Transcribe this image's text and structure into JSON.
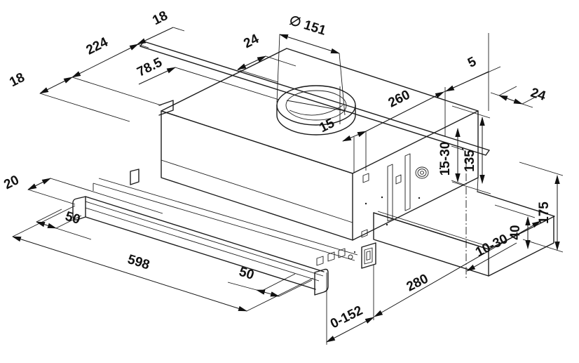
{
  "dimensions": {
    "d18_top": "18",
    "d224": "224",
    "d18_left": "18",
    "d78_5": "78.5",
    "d24_top": "24",
    "d151": "∅ 151",
    "d15": "15",
    "d260": "260",
    "d5": "5",
    "d24_right": "24",
    "d15_30": "15-30",
    "d135": "135",
    "d175": "175",
    "d40": "40",
    "d10_30": "10-30",
    "d280": "280",
    "d0_152": "0-152",
    "d598": "598",
    "d50_front": "50",
    "d50_mid": "50",
    "d20": "20"
  }
}
